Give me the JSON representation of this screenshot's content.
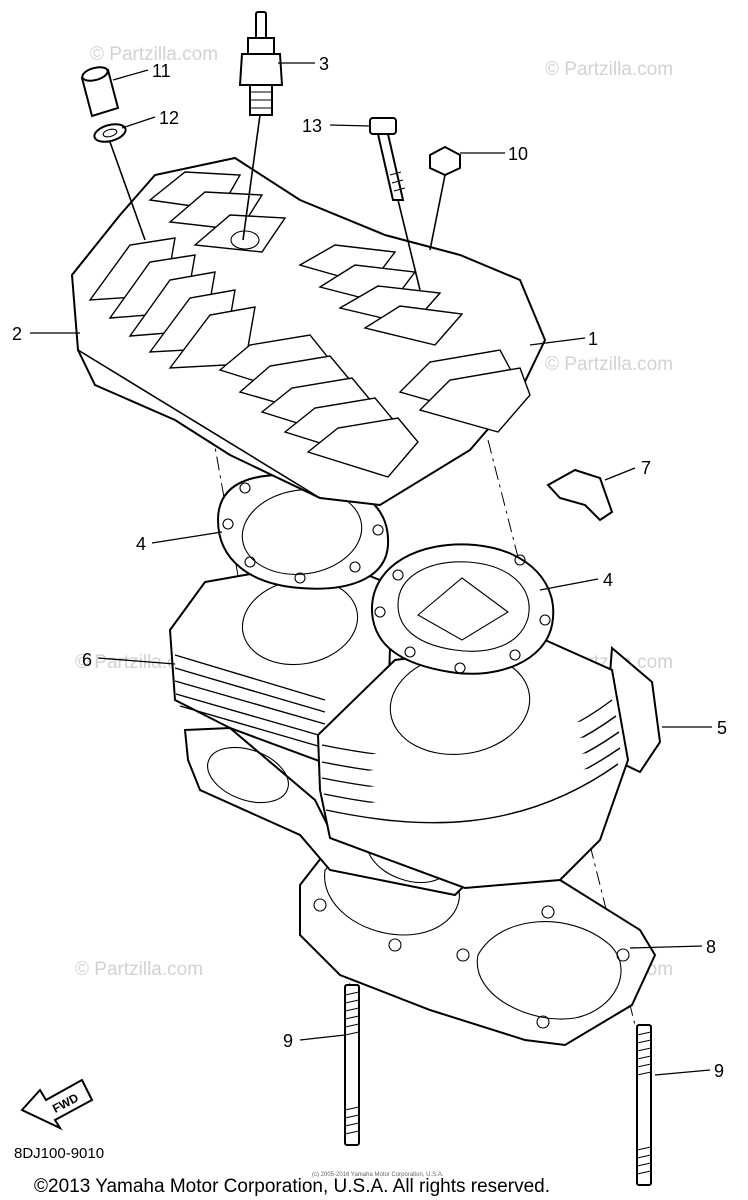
{
  "diagram": {
    "callouts": [
      {
        "id": "1",
        "label": "1"
      },
      {
        "id": "2",
        "label": "2"
      },
      {
        "id": "3",
        "label": "3"
      },
      {
        "id": "4a",
        "label": "4"
      },
      {
        "id": "4b",
        "label": "4"
      },
      {
        "id": "5",
        "label": "5"
      },
      {
        "id": "6",
        "label": "6"
      },
      {
        "id": "7",
        "label": "7"
      },
      {
        "id": "8",
        "label": "8"
      },
      {
        "id": "9a",
        "label": "9"
      },
      {
        "id": "9b",
        "label": "9"
      },
      {
        "id": "10",
        "label": "10"
      },
      {
        "id": "11",
        "label": "11"
      },
      {
        "id": "12",
        "label": "12"
      },
      {
        "id": "13",
        "label": "13"
      }
    ],
    "fwd_label": "FWD",
    "diagram_code": "8DJ100-9010",
    "copyright": "©2013 Yamaha Motor Corporation, U.S.A. All rights reserved.",
    "fine_print": "(c) 2005-2016 Yamaha Motor Corporation, U.S.A.",
    "watermark": "© Partzilla.com"
  }
}
